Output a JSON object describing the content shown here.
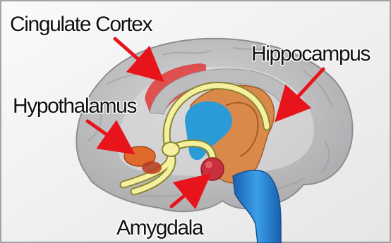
{
  "labels": {
    "cingulate_cortex": "Cingulate Cortex",
    "hippocampus": "Hippocampus",
    "hypothalamus": "Hypothalamus",
    "amygdala": "Amygdala"
  },
  "colors": {
    "background": "#f2f2f2",
    "brain": "#c8c8ca",
    "cingulate_cortex": "#e0383a",
    "hippocampus": "#d9894a",
    "hypothalamus": "#e06a2c",
    "amygdala": "#c92f3c",
    "fornix": "#f5f0a0",
    "ventricle": "#2a9bd6",
    "brainstem": "#1e6fc4",
    "arrow": "#e8141b"
  },
  "icons": [
    "arrow-icon"
  ]
}
